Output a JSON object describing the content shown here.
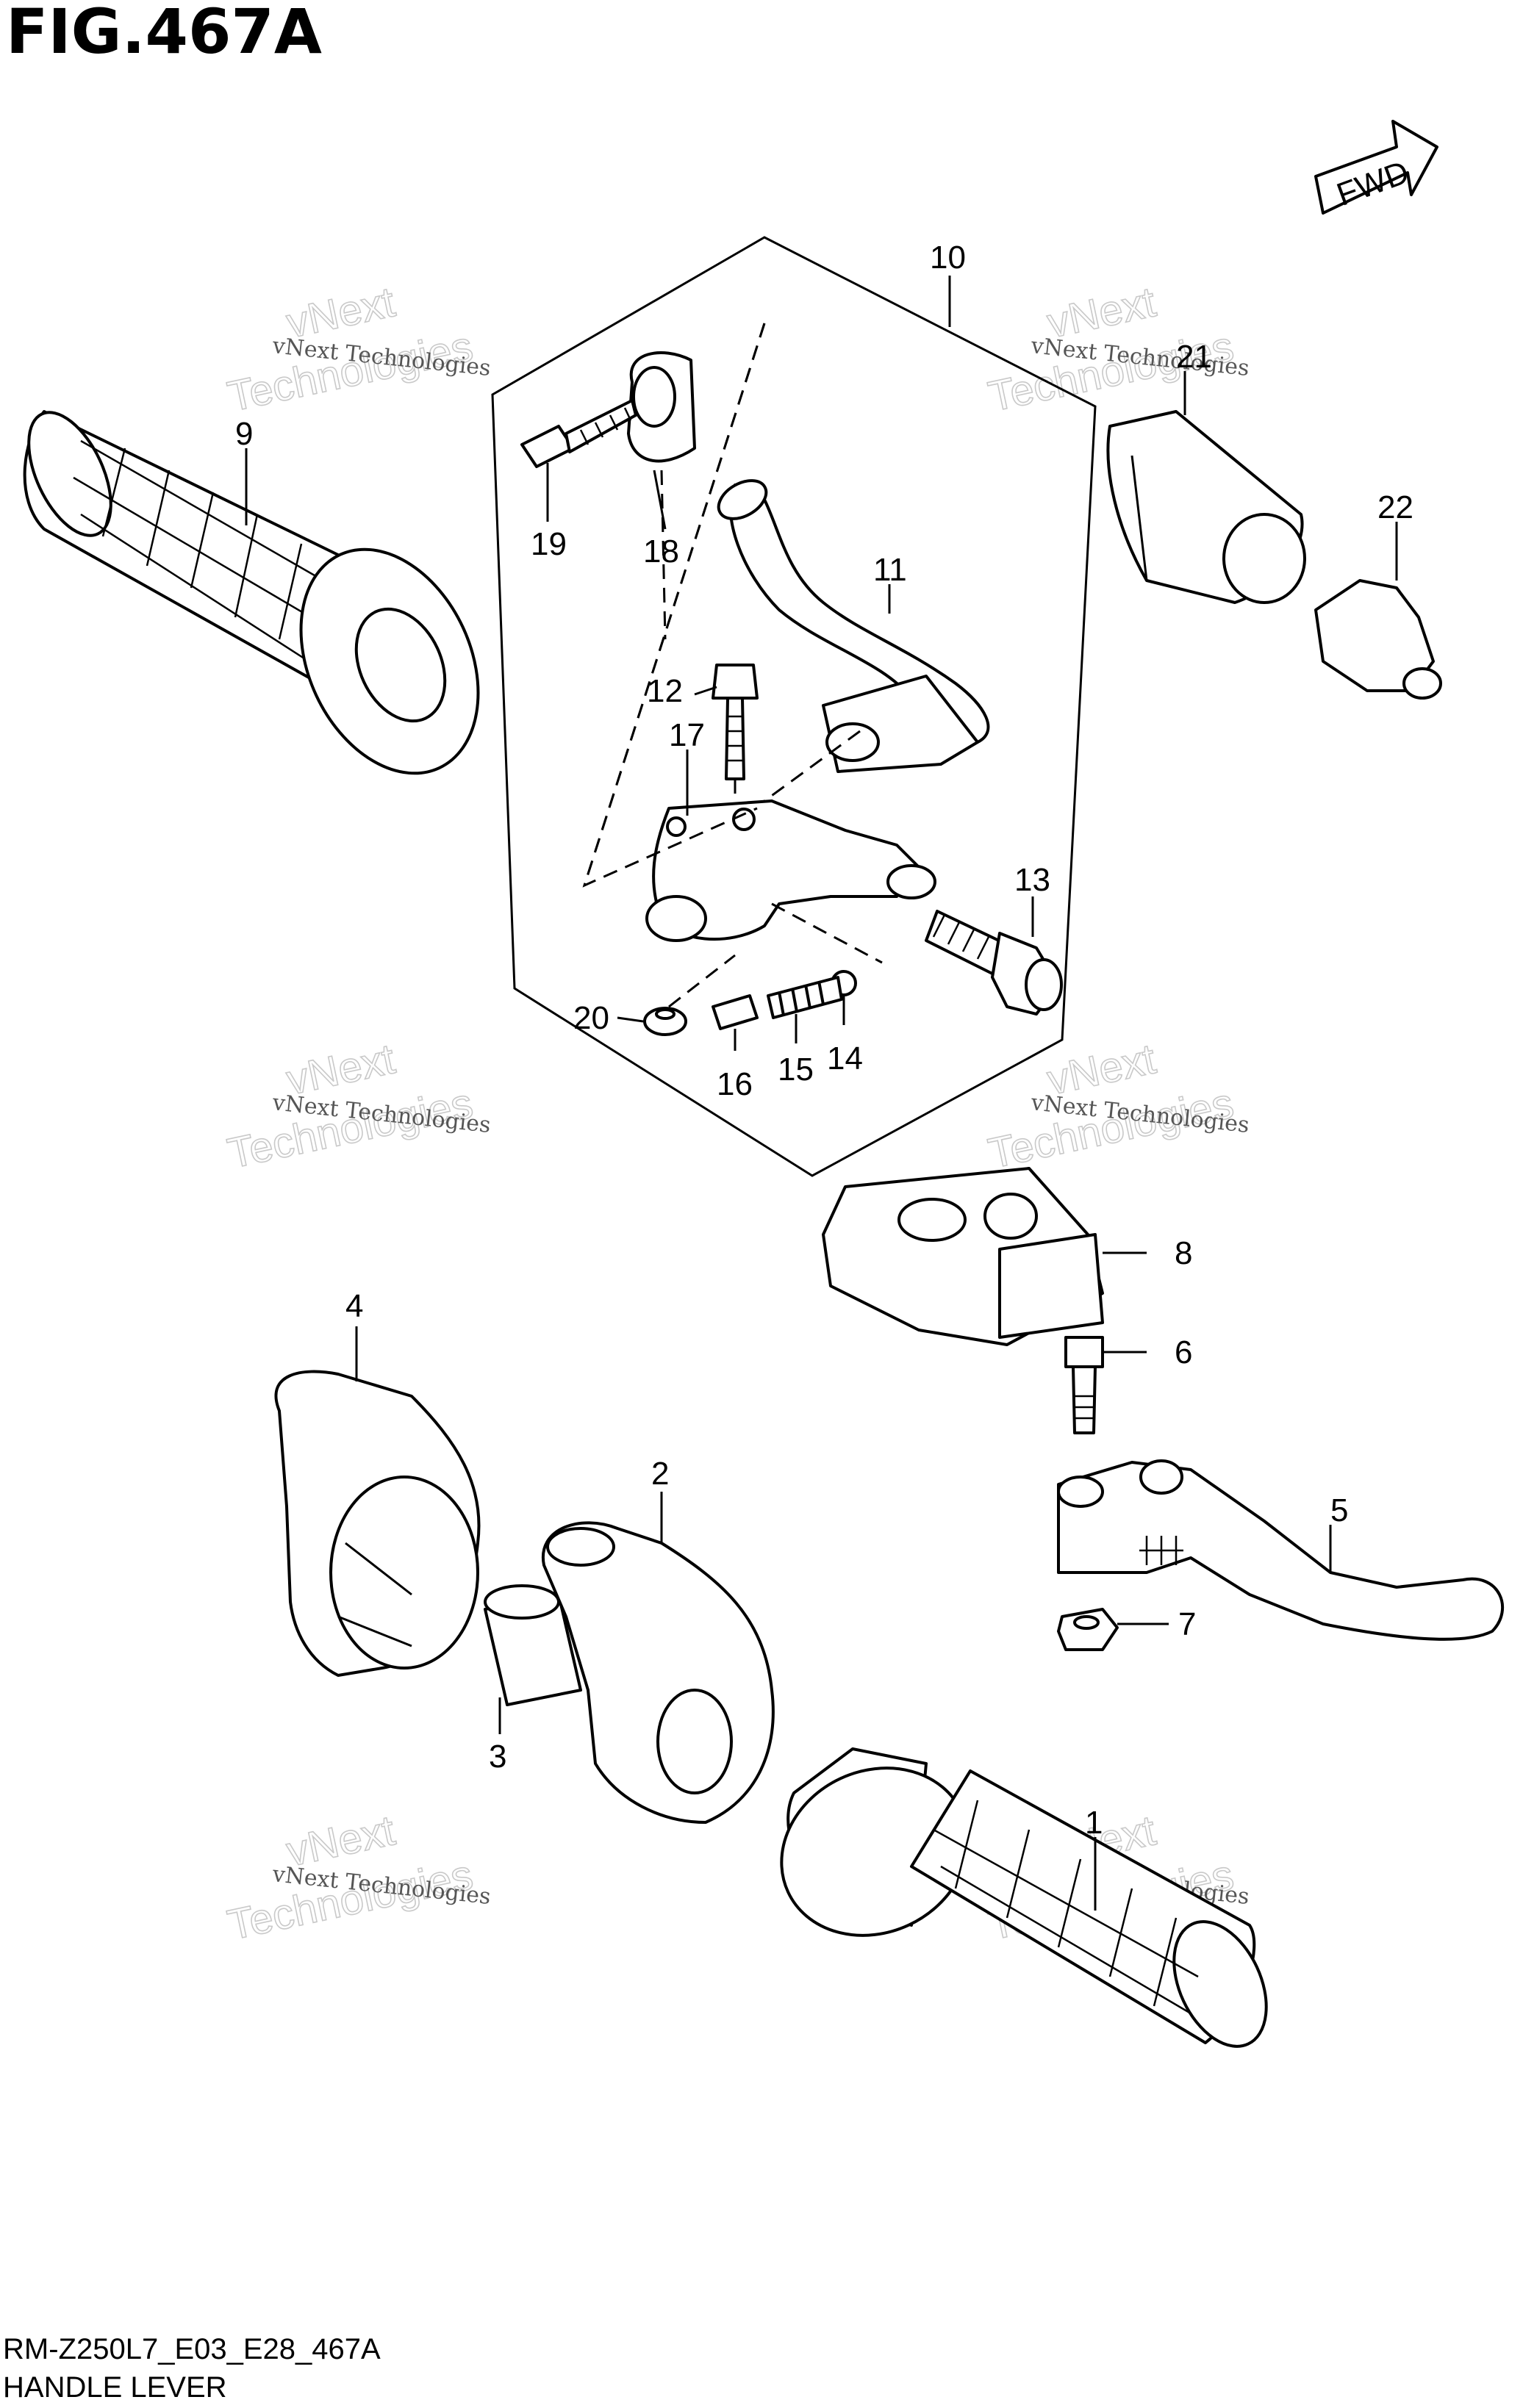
{
  "figure": {
    "title": "FIG.467A",
    "code": "RM-Z250L7_E03_E28_467A",
    "subtitle": "HANDLE LEVER"
  },
  "direction_arrow": {
    "label": "FWD"
  },
  "watermark": {
    "small": "vNext Technologies",
    "big_line1": "vNext",
    "big_line2": "Technologies"
  },
  "callouts": {
    "p1": "1",
    "p2": "2",
    "p3": "3",
    "p4": "4",
    "p5": "5",
    "p6": "6",
    "p7": "7",
    "p8": "8",
    "p9": "9",
    "p10": "10",
    "p11": "11",
    "p12": "12",
    "p13": "13",
    "p14": "14",
    "p15": "15",
    "p16": "16",
    "p17": "17",
    "p18": "18",
    "p19": "19",
    "p20": "20",
    "p21": "21",
    "p22": "22"
  }
}
